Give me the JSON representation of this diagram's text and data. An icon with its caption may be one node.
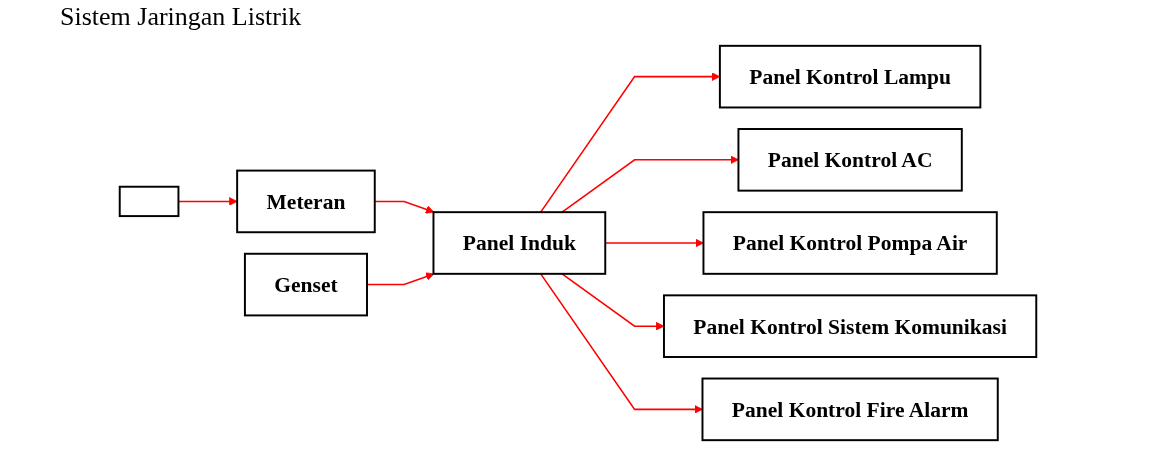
{
  "diagram": {
    "title": "Sistem Jaringan Listrik",
    "nodes": [
      {
        "text": [],
        "shape": "box"
      },
      {
        "text": [
          "Meteran"
        ]
      },
      {
        "text": [
          "Panel Induk"
        ]
      },
      {
        "text": [
          "Genset"
        ]
      },
      {
        "text": [
          "Panel Kontrol Lampu"
        ]
      },
      {
        "text": [
          "Panel Kontrol AC"
        ]
      },
      {
        "text": [
          "Panel Kontrol Pompa Air"
        ]
      },
      {
        "text": [
          "Panel Kontrol Sistem Komunikasi"
        ]
      },
      {
        "text": [
          "Panel Kontrol Fire Alarm"
        ]
      }
    ],
    "edges": [
      {
        "from": 0,
        "to": 1,
        "arrow": "to"
      },
      {
        "from": 1,
        "to": 2,
        "arrow": "to"
      },
      {
        "from": 3,
        "to": 2,
        "arrow": "to"
      },
      {
        "from": 2,
        "to": 4,
        "arrow": "to"
      },
      {
        "from": 2,
        "to": 5,
        "arrow": "to"
      },
      {
        "from": 2,
        "to": 6,
        "arrow": "to"
      },
      {
        "from": 2,
        "to": 7,
        "arrow": "to"
      },
      {
        "from": 2,
        "to": 8,
        "arrow": "to"
      }
    ]
  }
}
